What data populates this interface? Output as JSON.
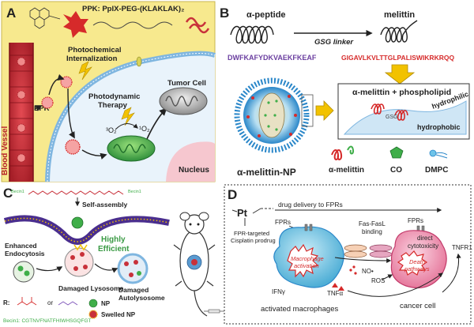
{
  "panel_a": {
    "letter": "A",
    "ppk_label": "PPK: PpIX-PEG-(KLAKLAK)₂",
    "blood_vessel": "Blood Vessel",
    "photochemical": "Photochemical",
    "internalization": "Internalization",
    "epr": "EPR",
    "photodynamic": "Photodynamic",
    "therapy": "Therapy",
    "tumor_cell": "Tumor Cell",
    "o2_triplet": "³O₂",
    "o2_singlet": "¹O₂",
    "nucleus": "Nucleus"
  },
  "panel_b": {
    "letter": "B",
    "alpha_peptide": "α-peptide",
    "melittin": "melittin",
    "peptide_seq": "DWFKAFYDKVAEKFKEAF",
    "gsg_linker": "GSG linker",
    "melittin_seq": "GIGAVLKVLTTGLPALISWIKRKRQQ",
    "alpha_np": "α-melittin-NP",
    "box_title": "α-melittin + phospholipid",
    "gsg": "GSG",
    "hydrophilic": "hydrophilic",
    "hydrophobic": "hydrophobic",
    "legend_melittin": "α-melittin",
    "legend_co": "CO",
    "legend_dmpc": "DMPC"
  },
  "panel_c": {
    "letter": "C",
    "becn1": "Becin1",
    "self_assembly": "Self-assembly",
    "enhanced": "Enhanced",
    "endocytosis": "Endocytosis",
    "highly": "Highly",
    "efficient": "Efficient",
    "damaged_lysosome": "Damaged Lysosome",
    "damaged": "Damaged",
    "autolysosome": "Autolysosome",
    "r_label": "R:",
    "or_label": "or",
    "legend_np": "NP",
    "legend_swelled": "Swelled NP",
    "sequence": "Becin1: CGTNVFNATFHIWHSGQFGT"
  },
  "panel_d": {
    "letter": "D",
    "pt": "Pt",
    "prodrug_1": "FPR-targeted",
    "prodrug_2": "Cisplatin prodrug",
    "drug_delivery": "drug delivery to FPRs",
    "fprs_left": "FPRs",
    "fprs_right": "FPRs",
    "fas_1": "Fas-FasL",
    "fas_2": "binding",
    "direct_1": "direct",
    "direct_2": "cytotoxicity",
    "tnfr1": "TNFR1",
    "macro_act_1": "Macrophage",
    "macro_act_2": "activation",
    "ifn": "IFNγ",
    "tnfa": "TNFα",
    "no": "NO•",
    "ros": "ROS",
    "death_1": "Death",
    "death_2": "pathways",
    "activated_macrophages": "activated macrophages",
    "cancer_cell": "cancer cell"
  },
  "colors": {
    "panel_a_bg": "#f7e98e",
    "vessel_red": "#c8313a",
    "membrane_blue": "#7fb6e0",
    "mito_green": "#3fae49",
    "seq_blue": "#2b4fa8",
    "seq_red": "#d62a2a",
    "seq_purple": "#6b3fa0",
    "arrow_yellow": "#f2c200",
    "macrophage": "#7ec8e3",
    "cancer_cell": "#f4a0b8"
  }
}
